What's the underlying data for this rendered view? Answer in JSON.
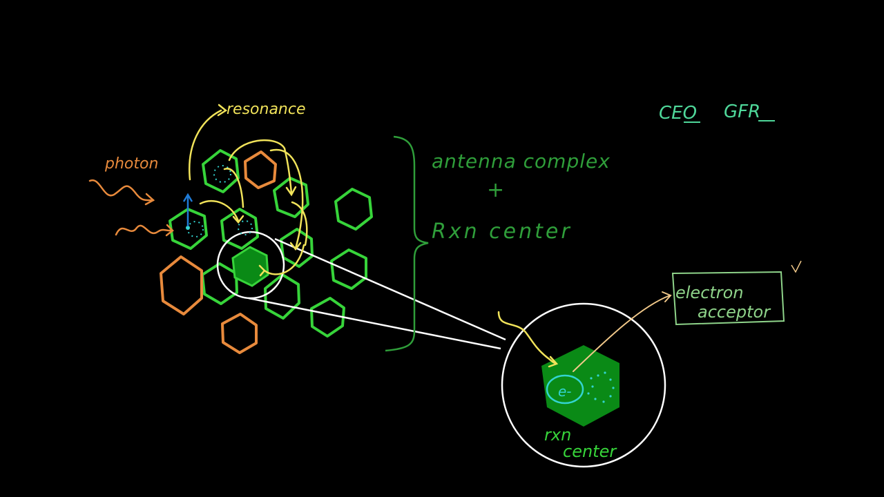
{
  "labels": {
    "resonance": "resonance",
    "photon": "photon",
    "antenna_complex": "antenna complex",
    "plus": "+",
    "rxn_center_main": "Rxn center",
    "ceo": "CEO",
    "gfr": "GFR",
    "electron_acceptor_line1": "electron",
    "electron_acceptor_line2": "acceptor",
    "rxn_label_line1": "rxn",
    "rxn_label_line2": "center",
    "electron_symbol": "e-"
  },
  "colors": {
    "background": "#000000",
    "pigment_green": "#37d43a",
    "antenna_text_green": "#2f9e3a",
    "rxn_center_fill": "#0a8a16",
    "orange": "#e88a3c",
    "yellow": "#f1e35a",
    "cyan": "#33d4d0",
    "white": "#ffffff",
    "teal_text": "#4fd89a",
    "box_green": "#8fd48a",
    "peach": "#f2c98a",
    "blue_arrow": "#1f7bd6"
  }
}
